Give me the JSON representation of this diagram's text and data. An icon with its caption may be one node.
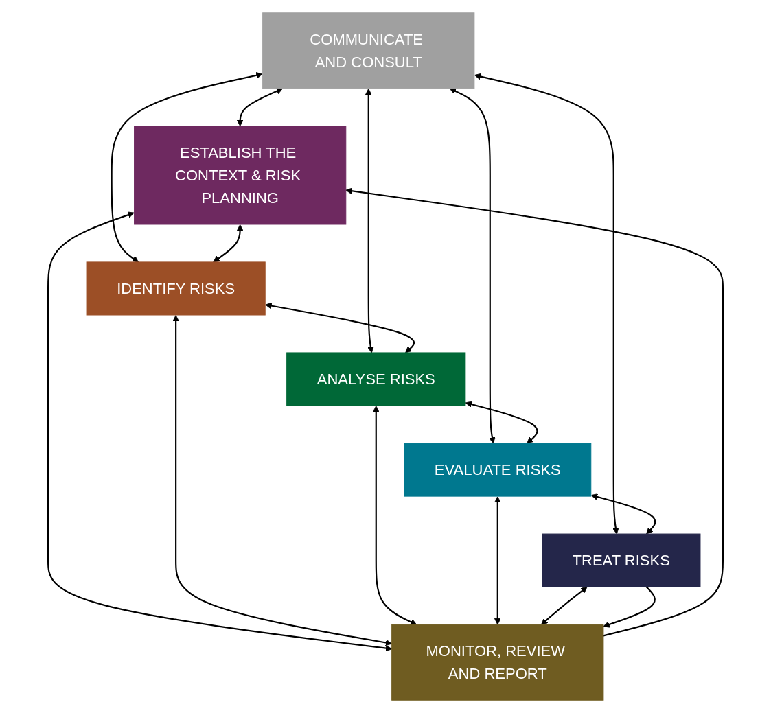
{
  "diagram": {
    "nodes": [
      {
        "text": [
          "COMMUNICATE AND CONSULT"
        ]
      },
      {
        "text": [
          "ESTABLISH THE CONTEXT & RISK PLANNING"
        ]
      },
      {
        "text": [
          "IDENTIFY RISKS"
        ]
      },
      {
        "text": [
          "ANALYSE RISKS"
        ]
      },
      {
        "text": [
          "EVALUATE RISKS"
        ]
      },
      {
        "text": [
          "TREAT RISKS"
        ]
      },
      {
        "text": [
          "MONITOR, REVIEW AND REPORT"
        ]
      }
    ],
    "edges": [
      {
        "from": 0,
        "to": 1,
        "arrow": "both"
      },
      {
        "from": 0,
        "to": 2,
        "arrow": "both"
      },
      {
        "from": 0,
        "to": 3,
        "arrow": "both"
      },
      {
        "from": 0,
        "to": 4,
        "arrow": "both"
      },
      {
        "from": 0,
        "to": 5,
        "arrow": "both"
      },
      {
        "from": 1,
        "to": 2,
        "arrow": "both"
      },
      {
        "from": 2,
        "to": 3,
        "arrow": "both"
      },
      {
        "from": 3,
        "to": 4,
        "arrow": "both"
      },
      {
        "from": 4,
        "to": 5,
        "arrow": "both"
      },
      {
        "from": 1,
        "to": 6,
        "arrow": "both"
      },
      {
        "from": 2,
        "to": 6,
        "arrow": "both"
      },
      {
        "from": 3,
        "to": 6,
        "arrow": "both"
      },
      {
        "from": 4,
        "to": 6,
        "arrow": "both"
      },
      {
        "from": 5,
        "to": 6,
        "arrow": "both"
      },
      {
        "from": 6,
        "to": 1,
        "arrow": "to"
      },
      {
        "from": 5,
        "to": 6,
        "arrow": "to"
      }
    ]
  }
}
